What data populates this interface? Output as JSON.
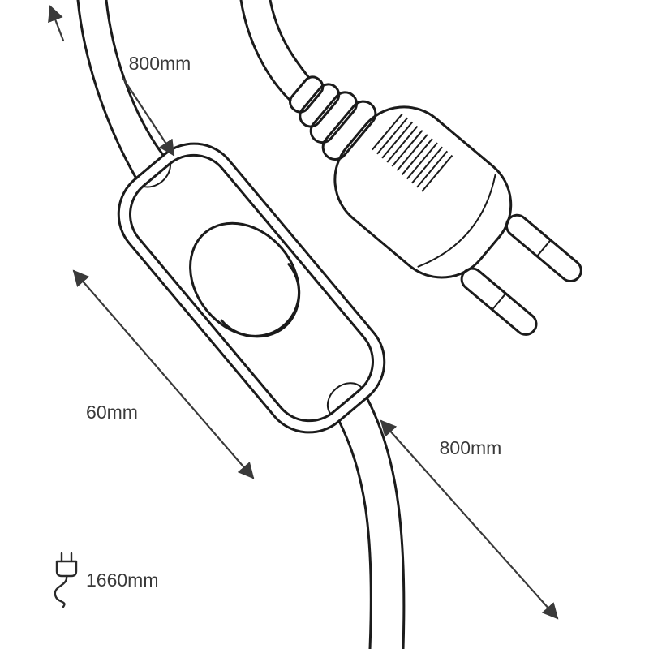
{
  "diagram": {
    "subject": "power cord with inline rocker switch and europlug",
    "labels": {
      "cable_top_length": "800mm",
      "switch_length": "60mm",
      "cable_bottom_length": "800mm",
      "total_length": "1660mm"
    },
    "icons": {
      "plug_icon": "plug with curly cord"
    },
    "colors": {
      "background": "#ffffff",
      "line": "#1b1b1b",
      "dimension": "#3a3a3a"
    }
  }
}
